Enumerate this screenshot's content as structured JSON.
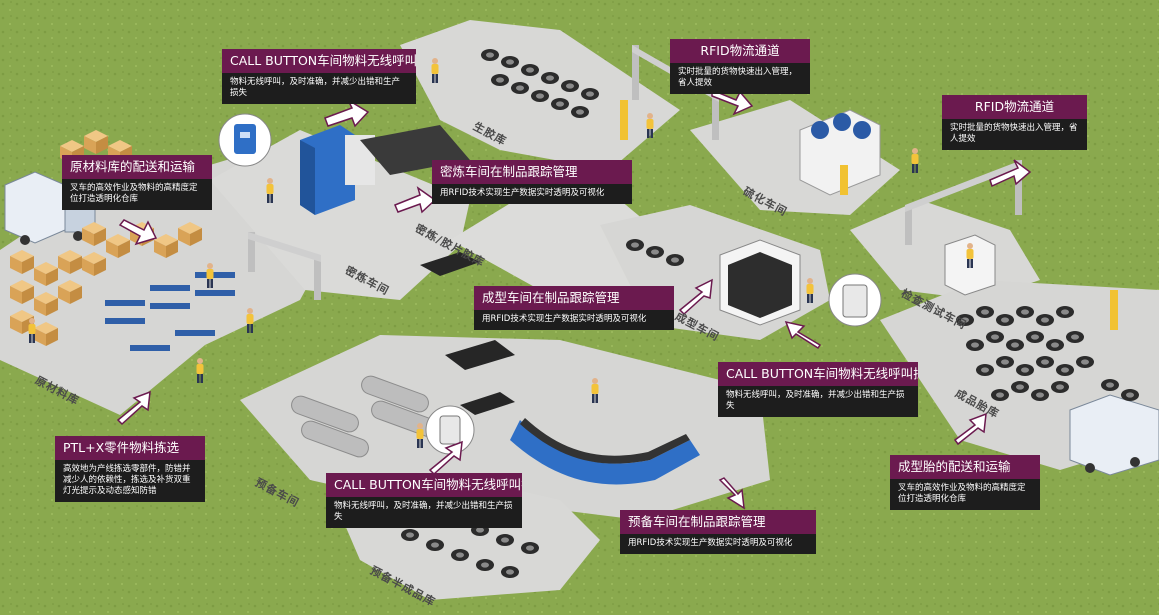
{
  "callouts": {
    "call_top": {
      "title": "CALL BUTTON车间物料无线呼叫拉动",
      "desc": "物料无线呼叫，及时准确，并减少出错和生产损失"
    },
    "rfid_top": {
      "title": "RFID物流通道",
      "desc": "实时批量的货物快速出入管理，省人提效"
    },
    "rfid_right": {
      "title": "RFID物流通道",
      "desc": "实时批量的货物快速出入管理，省人提效"
    },
    "raw_material": {
      "title": "原材料库的配送和运输",
      "desc": "叉车的高效作业及物料的高精度定位打造透明化仓库"
    },
    "mixing": {
      "title": "密炼车间在制品跟踪管理",
      "desc": "用RFID技术实现生产数据实时透明及可视化"
    },
    "forming": {
      "title": "成型车间在制品跟踪管理",
      "desc": "用RFID技术实现生产数据实时透明及可视化"
    },
    "call_right": {
      "title": "CALL BUTTON车间物料无线呼叫拉动",
      "desc": "物料无线呼叫，及时准确，并减少出错和生产损失"
    },
    "ptl": {
      "title": "PTL+X零件物料拣选",
      "desc": "高效地为产线拣选零部件，防错并减少人的依赖性，拣选及补货双重灯光提示及动态感知防错"
    },
    "call_bottom": {
      "title": "CALL BUTTON车间物料无线呼叫拉动",
      "desc": "物料无线呼叫，及时准确，并减少出错和生产损失"
    },
    "prep": {
      "title": "预备车间在制品跟踪管理",
      "desc": "用RFID技术实现生产数据实时透明及可视化"
    },
    "tire_delivery": {
      "title": "成型胎的配送和运输",
      "desc": "叉车的高效作业及物料的高精度定位打造透明化仓库"
    }
  },
  "zones": {
    "raw_store": "原材料库",
    "mixing_shop": "密炼车间",
    "mixing_store": "密炼/胶片胶库",
    "rubber_store": "生胶库",
    "forming_shop": "成型车间",
    "vulcanizing": "硫化车间",
    "inspection": "检查测试车间",
    "finished_store": "成品胎库",
    "prep_shop": "预备车间",
    "semi_store": "预备半成品库"
  },
  "colors": {
    "grass": "#8aa94e",
    "floor": "#d8d8d6",
    "callout_title": "#6b1a4f",
    "callout_desc": "#1d1d1d",
    "machine_blue": "#2f6fc6"
  }
}
